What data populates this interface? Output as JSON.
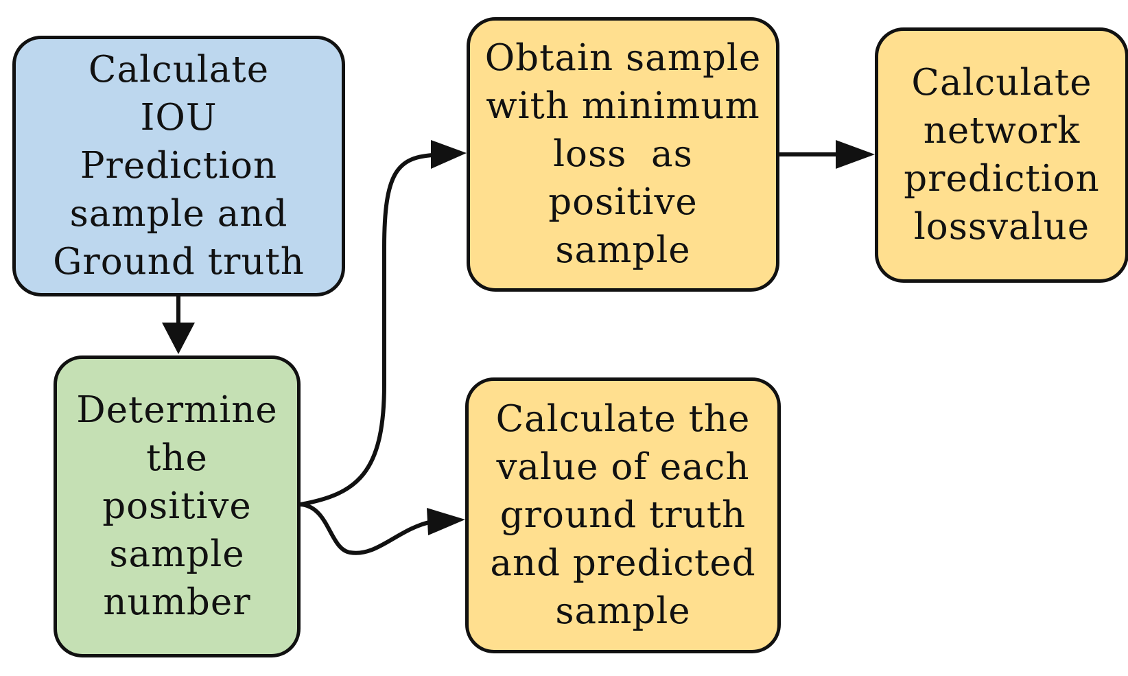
{
  "colors": {
    "blue_fill": "#BDD7EE",
    "green_fill": "#C5E0B4",
    "orange_fill": "#FFDF8F",
    "stroke": "#111111"
  },
  "boxes": {
    "iou": {
      "lines": [
        "Calculate",
        "IOU",
        "Prediction",
        "sample and",
        "Ground truth"
      ]
    },
    "determine": {
      "lines": [
        "Determine",
        "the",
        "positive",
        "sample",
        "number"
      ]
    },
    "obtain": {
      "lines": [
        "Obtain sample",
        "with minimum",
        "loss  as",
        "positive",
        "sample"
      ]
    },
    "network": {
      "lines": [
        "Calculate",
        "network",
        "prediction",
        "lossvalue"
      ]
    },
    "calc_value": {
      "lines": [
        "Calculate the",
        "value of each",
        "ground truth",
        "and predicted",
        "sample"
      ]
    }
  },
  "connections": [
    {
      "from": "iou",
      "to": "determine"
    },
    {
      "from": "determine",
      "to": "obtain"
    },
    {
      "from": "determine",
      "to": "calc_value"
    },
    {
      "from": "obtain",
      "to": "network"
    }
  ]
}
